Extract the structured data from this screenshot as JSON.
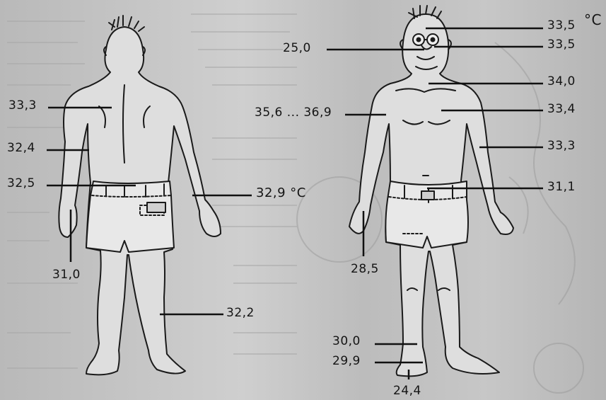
{
  "diagram": {
    "back_view": {
      "readings": {
        "upper_back": "33,3",
        "lower_back": "32,4",
        "hip": "32,5",
        "forearm": "32,9 °C",
        "hand": "31,0",
        "calf": "32,2"
      }
    },
    "front_view": {
      "readings": {
        "head_top": "33,5",
        "unit": "°C",
        "nose": "25,0",
        "cheek": "33,5",
        "collarbone": "34,0",
        "armpit_range": "35,6 ... 36,9",
        "chest": "33,4",
        "upper_arm": "33,3",
        "abdomen": "31,1",
        "hand": "28,5",
        "ankle": "30,0",
        "foot": "29,9",
        "toes": "24,4"
      }
    }
  }
}
